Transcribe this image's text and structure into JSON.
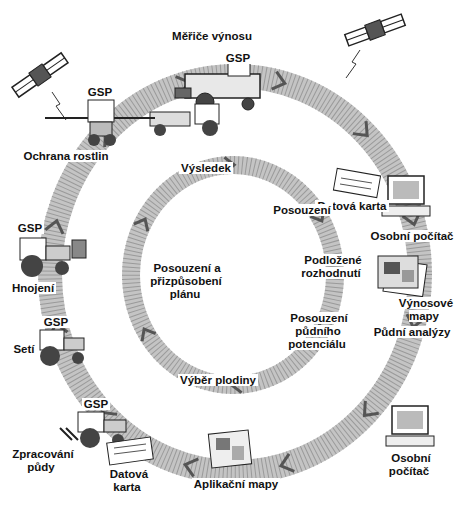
{
  "diagram": {
    "labels": [
      "Měřiče výnosu",
      "GSP",
      "GSP",
      "Ochrana rostlin",
      "GSP",
      "Hnojení",
      "GSP",
      "Setí",
      "GSP",
      "Zpracování půdy",
      "Datová karta",
      "Aplikační mapy",
      "Osobní počítač",
      "Výnosové mapy",
      "Půdní analýzy",
      "Osobní počítač",
      "Datová karta",
      "Výsledek",
      "Posouzení",
      "Podložené rozhodnutí",
      "Posouzení půdního potenciálu",
      "Výběr plodiny",
      "Posouzení a přizpůsobení plánu"
    ]
  }
}
